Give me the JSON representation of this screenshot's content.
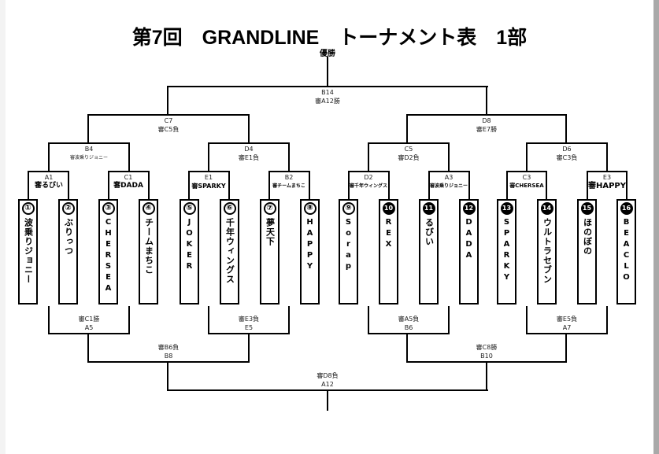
{
  "title": "第7回　GRANDLINE　トーナメント表　1部",
  "champion_label": "優勝",
  "teams": [
    {
      "seed": "①",
      "name": "波乗りジョニー",
      "script": "jp"
    },
    {
      "seed": "②",
      "name": "ぶりっつ",
      "script": "jp"
    },
    {
      "seed": "③",
      "name": "CHERSEA",
      "script": "latin"
    },
    {
      "seed": "④",
      "name": "チームまちこ",
      "script": "jp"
    },
    {
      "seed": "⑤",
      "name": "JOKER",
      "script": "latin"
    },
    {
      "seed": "⑥",
      "name": "千年ウィングス",
      "script": "jp"
    },
    {
      "seed": "⑦",
      "name": "夢天下",
      "script": "jp"
    },
    {
      "seed": "⑧",
      "name": "HAPPY",
      "script": "latin"
    },
    {
      "seed": "⑨",
      "name": "Sorap",
      "script": "latin"
    },
    {
      "seed": "10",
      "name": "REX",
      "script": "latin"
    },
    {
      "seed": "11",
      "name": "るびい",
      "script": "jp"
    },
    {
      "seed": "12",
      "name": "DADA",
      "script": "latin"
    },
    {
      "seed": "13",
      "name": "SPARKY",
      "script": "latin"
    },
    {
      "seed": "14",
      "name": "ウルトラセブン",
      "script": "jp"
    },
    {
      "seed": "15",
      "name": "ほのぼの",
      "script": "jp"
    },
    {
      "seed": "16",
      "name": "BEACLO",
      "script": "latin"
    }
  ],
  "upper_bracket": {
    "round1": [
      {
        "match": "A1",
        "referee": "審るびい"
      },
      {
        "match": "C1",
        "referee": "審DADA"
      },
      {
        "match": "E1",
        "referee": "審SPARKY"
      },
      {
        "match": "B2",
        "referee": "審チームまちこ"
      },
      {
        "match": "D2",
        "referee": "審千年ウィングス"
      },
      {
        "match": "A3",
        "referee": "審波乗りジョニー"
      },
      {
        "match": "C3",
        "referee": "審CHERSEA"
      },
      {
        "match": "E3",
        "referee": "審HAPPY"
      }
    ],
    "round2": [
      {
        "match": "B4",
        "referee": "審波乗りジョニー"
      },
      {
        "match": "D4",
        "referee": "審E1負"
      },
      {
        "match": "C5",
        "referee": "審D2負"
      },
      {
        "match": "D6",
        "referee": "審C3負"
      }
    ],
    "semifinals": [
      {
        "match": "C7",
        "referee": "審C5負"
      },
      {
        "match": "D8",
        "referee": "審E7勝"
      }
    ],
    "final": {
      "match": "B14",
      "referee": "審A12勝"
    }
  },
  "lower_bracket": {
    "round1": [
      {
        "referee": "審C1勝",
        "match": "A5"
      },
      {
        "referee": "審E3負",
        "match": "E5"
      },
      {
        "referee": "審A5負",
        "match": "B6"
      },
      {
        "referee": "審E5負",
        "match": "A7"
      }
    ],
    "round2": [
      {
        "referee": "審B6負",
        "match": "B8"
      },
      {
        "referee": "審C8勝",
        "match": "B10"
      }
    ],
    "final": {
      "referee": "審D8負",
      "match": "A12"
    }
  }
}
